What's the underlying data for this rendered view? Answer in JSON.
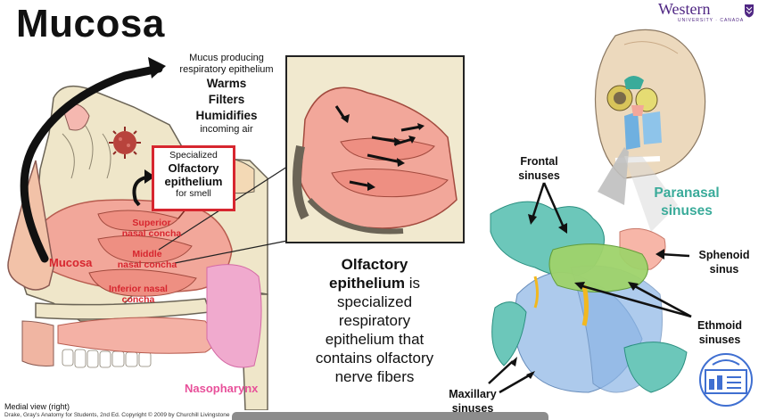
{
  "slide": {
    "title": "Mucosa",
    "logo": {
      "word": "Western",
      "sub": "UNIVERSITY · CANADA"
    }
  },
  "left_diagram": {
    "mucus_box": {
      "line1": "Mucus producing",
      "line2": "respiratory epithelium",
      "functions": [
        "Warms",
        "Filters",
        "Humidifies"
      ],
      "tail": "incoming air"
    },
    "olfactory_box": {
      "specialized": "Specialized",
      "main1": "Olfactory",
      "main2": "epithelium",
      "tail": "for smell"
    },
    "labels": {
      "superior_1": "Superior",
      "superior_2": "nasal concha",
      "middle_1": "Middle",
      "middle_2": "nasal concha",
      "inferior_1": "Inferior nasal",
      "inferior_2": "concha",
      "mucosa": "Mucosa",
      "nasopharynx": "Nasopharynx"
    },
    "caption": "Medial view (right)",
    "credit": "Drake, Gray's Anatomy for Students, 2nd Ed. Copyright © 2009 by Churchill Livingstone"
  },
  "center_text": {
    "bold1": "Olfactory",
    "bold2": "epithelium",
    "rest_inline": " is",
    "line3": "specialized",
    "line4": "respiratory",
    "line5": "epithelium that",
    "line6": "contains olfactory",
    "line7": "nerve fibers"
  },
  "right_diagram": {
    "frontal_1": "Frontal",
    "frontal_2": "sinuses",
    "paranasal_1": "Paranasal",
    "paranasal_2": "sinuses",
    "sphenoid_1": "Sphenoid",
    "sphenoid_2": "sinus",
    "ethmoid_1": "Ethmoid",
    "ethmoid_2": "sinuses",
    "maxillary_1": "Maxillary",
    "maxillary_2": "sinuses"
  },
  "colors": {
    "red": "#d7262f",
    "pink": "#e8509a",
    "teal": "#3aab9a",
    "purple": "#4f2683",
    "mucosa": "#f2a79a"
  },
  "icons": [
    "virus-icon",
    "presentation-icon",
    "western-crest-icon"
  ]
}
